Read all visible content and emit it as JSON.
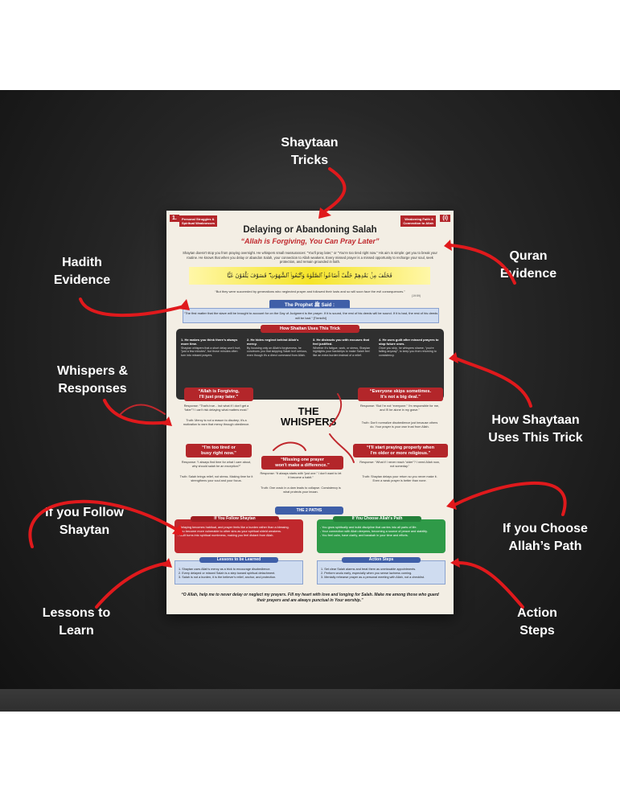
{
  "callouts": {
    "shaytaan_tricks": "Shaytaan\nTricks",
    "hadith_evidence": "Hadith\nEvidence",
    "quran_evidence": "Quran\nEvidence",
    "whispers_responses": "Whispers &\nResponses",
    "how_shaytaan": "How Shaytaan\nUses This Trick",
    "follow_shaytan": "If you Follow\nShaytan",
    "choose_allah": "If you Choose\nAllah’s Path",
    "lessons": "Lessons to\nLearn",
    "action_steps": "Action\nSteps"
  },
  "poster": {
    "number": "1.",
    "tag_left": "Personal Struggles &\nSpiritual Weaknesses",
    "tag_right": "Weakening Faith &\nConnection to Allah",
    "tag_right_num": "(i)",
    "title": "Delaying or Abandoning Salah",
    "subtitle": "“Allah is Forgiving, You Can Pray Later”",
    "intro": "Shaytan doesn't stop you from praying overnight. He whispers small reassurances: “You'll pray later,” or “You're too tired right now.” His aim is simple: get you to break your routine. He knows that when you delay or abandon Salah, your connection to Allah weakens. Every missed prayer is a missed opportunity to recharge your soul, seek protection, and remain grounded in faith.",
    "arabic": "فَخَلَفَ مِنۢ بَعْدِهِمْ خَلْفٌ أَضَاعُوا۟ ٱلصَّلَوٰةَ وَٱتَّبَعُوا۟ ٱلشَّهَوَٰتِ ۖ فَسَوْفَ يَلْقَوْنَ غَيًّا",
    "quran_translation": "“But they were succeeded by generations who neglected prayer and followed their lusts and so will soon face the evil consequences.”",
    "quran_ref": "(19:59)",
    "prophet_said": "The Prophet ﷺ Said :",
    "hadith": "“The first matter that the slave will be brought to account for on the Day of Judgment is the prayer. If it is sound, the rest of his deeds will be sound. If it is bad, the rest of his deeds will be bad.” [Tirmidhi]",
    "tricks_heading": "How Shaitan Uses This Trick",
    "tricks": [
      {
        "title": "1. He makes you think there's always more time.",
        "body": "Shaytan whispers that a short delay won't hurt, “just a few minutes”, but those minutes often turn into missed prayers."
      },
      {
        "title": "2. He hides neglect behind Allah's mercy.",
        "body": "By focusing only on Allah's forgiveness, he convinces you that skipping Salah isn't serious, even though it's a direct command from Allah."
      },
      {
        "title": "3. He distracts you with excuses that feel justified.",
        "body": "Whether it's fatigue, work, or stress, Shaytan highlights your hardships to make Salah feel like an extra burden instead of a relief."
      },
      {
        "title": "4. He uses guilt after missed prayers to stop future ones.",
        "body": "Once you skip, he whispers shame, “you're failing anyway”, to keep you from returning to consistency."
      }
    ],
    "whispers_title": "THE\nWHISPERS",
    "whispers": [
      {
        "quote": "“Allah is Forgiving,\nI'll just pray later.”",
        "response": "Response: “That's true... but what if I don't get a “later”? I can't risk delaying what matters most.”",
        "truth": "Truth: Mercy is not a reason to disobey; it's a motivation to earn that mercy through obedience."
      },
      {
        "quote": "“Everyone skips sometimes.\nIt's not a big deal.”",
        "response": "Response: “But I'm not “everyone.” I'm responsible for me, and I'll be alone in my grave.”",
        "truth": "Truth: Don't normalize disobedience just because others do. Your prayer is your own trust from Allah."
      },
      {
        "quote": "“I'm too tired or\nbusy right now.”",
        "response": "Response: “I always find time for what I care about, why should salah be an exception?”",
        "truth": "Truth: Salah brings relief, not stress. Making time for it strengthens your soul and your focus."
      },
      {
        "quote": "“Missing one prayer\nwon't make a difference.”",
        "response": "Response: “It always starts with “just one.” I don't want to let it become a habit.”",
        "truth": "Truth: One crack in a dam leads to collapse. Consistency is what protects your imaan."
      },
      {
        "quote": "“I'll start praying properly when\nI'm older or more religious.”",
        "response": "Response: “What if I never reach “older”? I need Allah now, not someday.”",
        "truth": "Truth: Shaytan delays your return so you never make it. Even a weak prayer is better than none."
      }
    ],
    "paths_label": "THE 2 PATHS",
    "follow_heading": "If You Follow Shaytan",
    "follow_items": "- Delaying becomes habitual, and prayer feels like a burden rather than a blessing.\n- You become more vulnerable to other sins as your spiritual shield weakens.\n- Guilt turns into spiritual numbness, making you feel distant from Allah.",
    "allah_heading": "If You Choose Allah's Path",
    "allah_items": "- You grow spiritually and build discipline that carries into all parts of life.\n- Your connection with Allah deepens, becoming a source of peace and stability.\n- You feel calm, have clarity, and barakah in your time and efforts.",
    "lessons_heading": "Lessons to be Learned",
    "lessons_items": "1. Shaytan uses Allah's mercy as a trick to encourage disobedience.\n2. Every delayed or missed Salah is a step toward spiritual detachment.\n3. Salah is not a burden, it is the believer's relief, anchor, and protection.",
    "action_heading": "Action Steps",
    "action_items": "1. Set clear Salah alarms and treat them as unmissable appointments.\n2. Perform wudu early, especially when you sense laziness coming.\n3. Mentally rehearse prayer as a personal meeting with Allah, not a checklist.",
    "prayer": "“O Allah, help me to never delay or neglect my prayers. Fill my heart with love and longing for Salah. Make me among those who guard their prayers and are always punctual in Your worship.”"
  }
}
